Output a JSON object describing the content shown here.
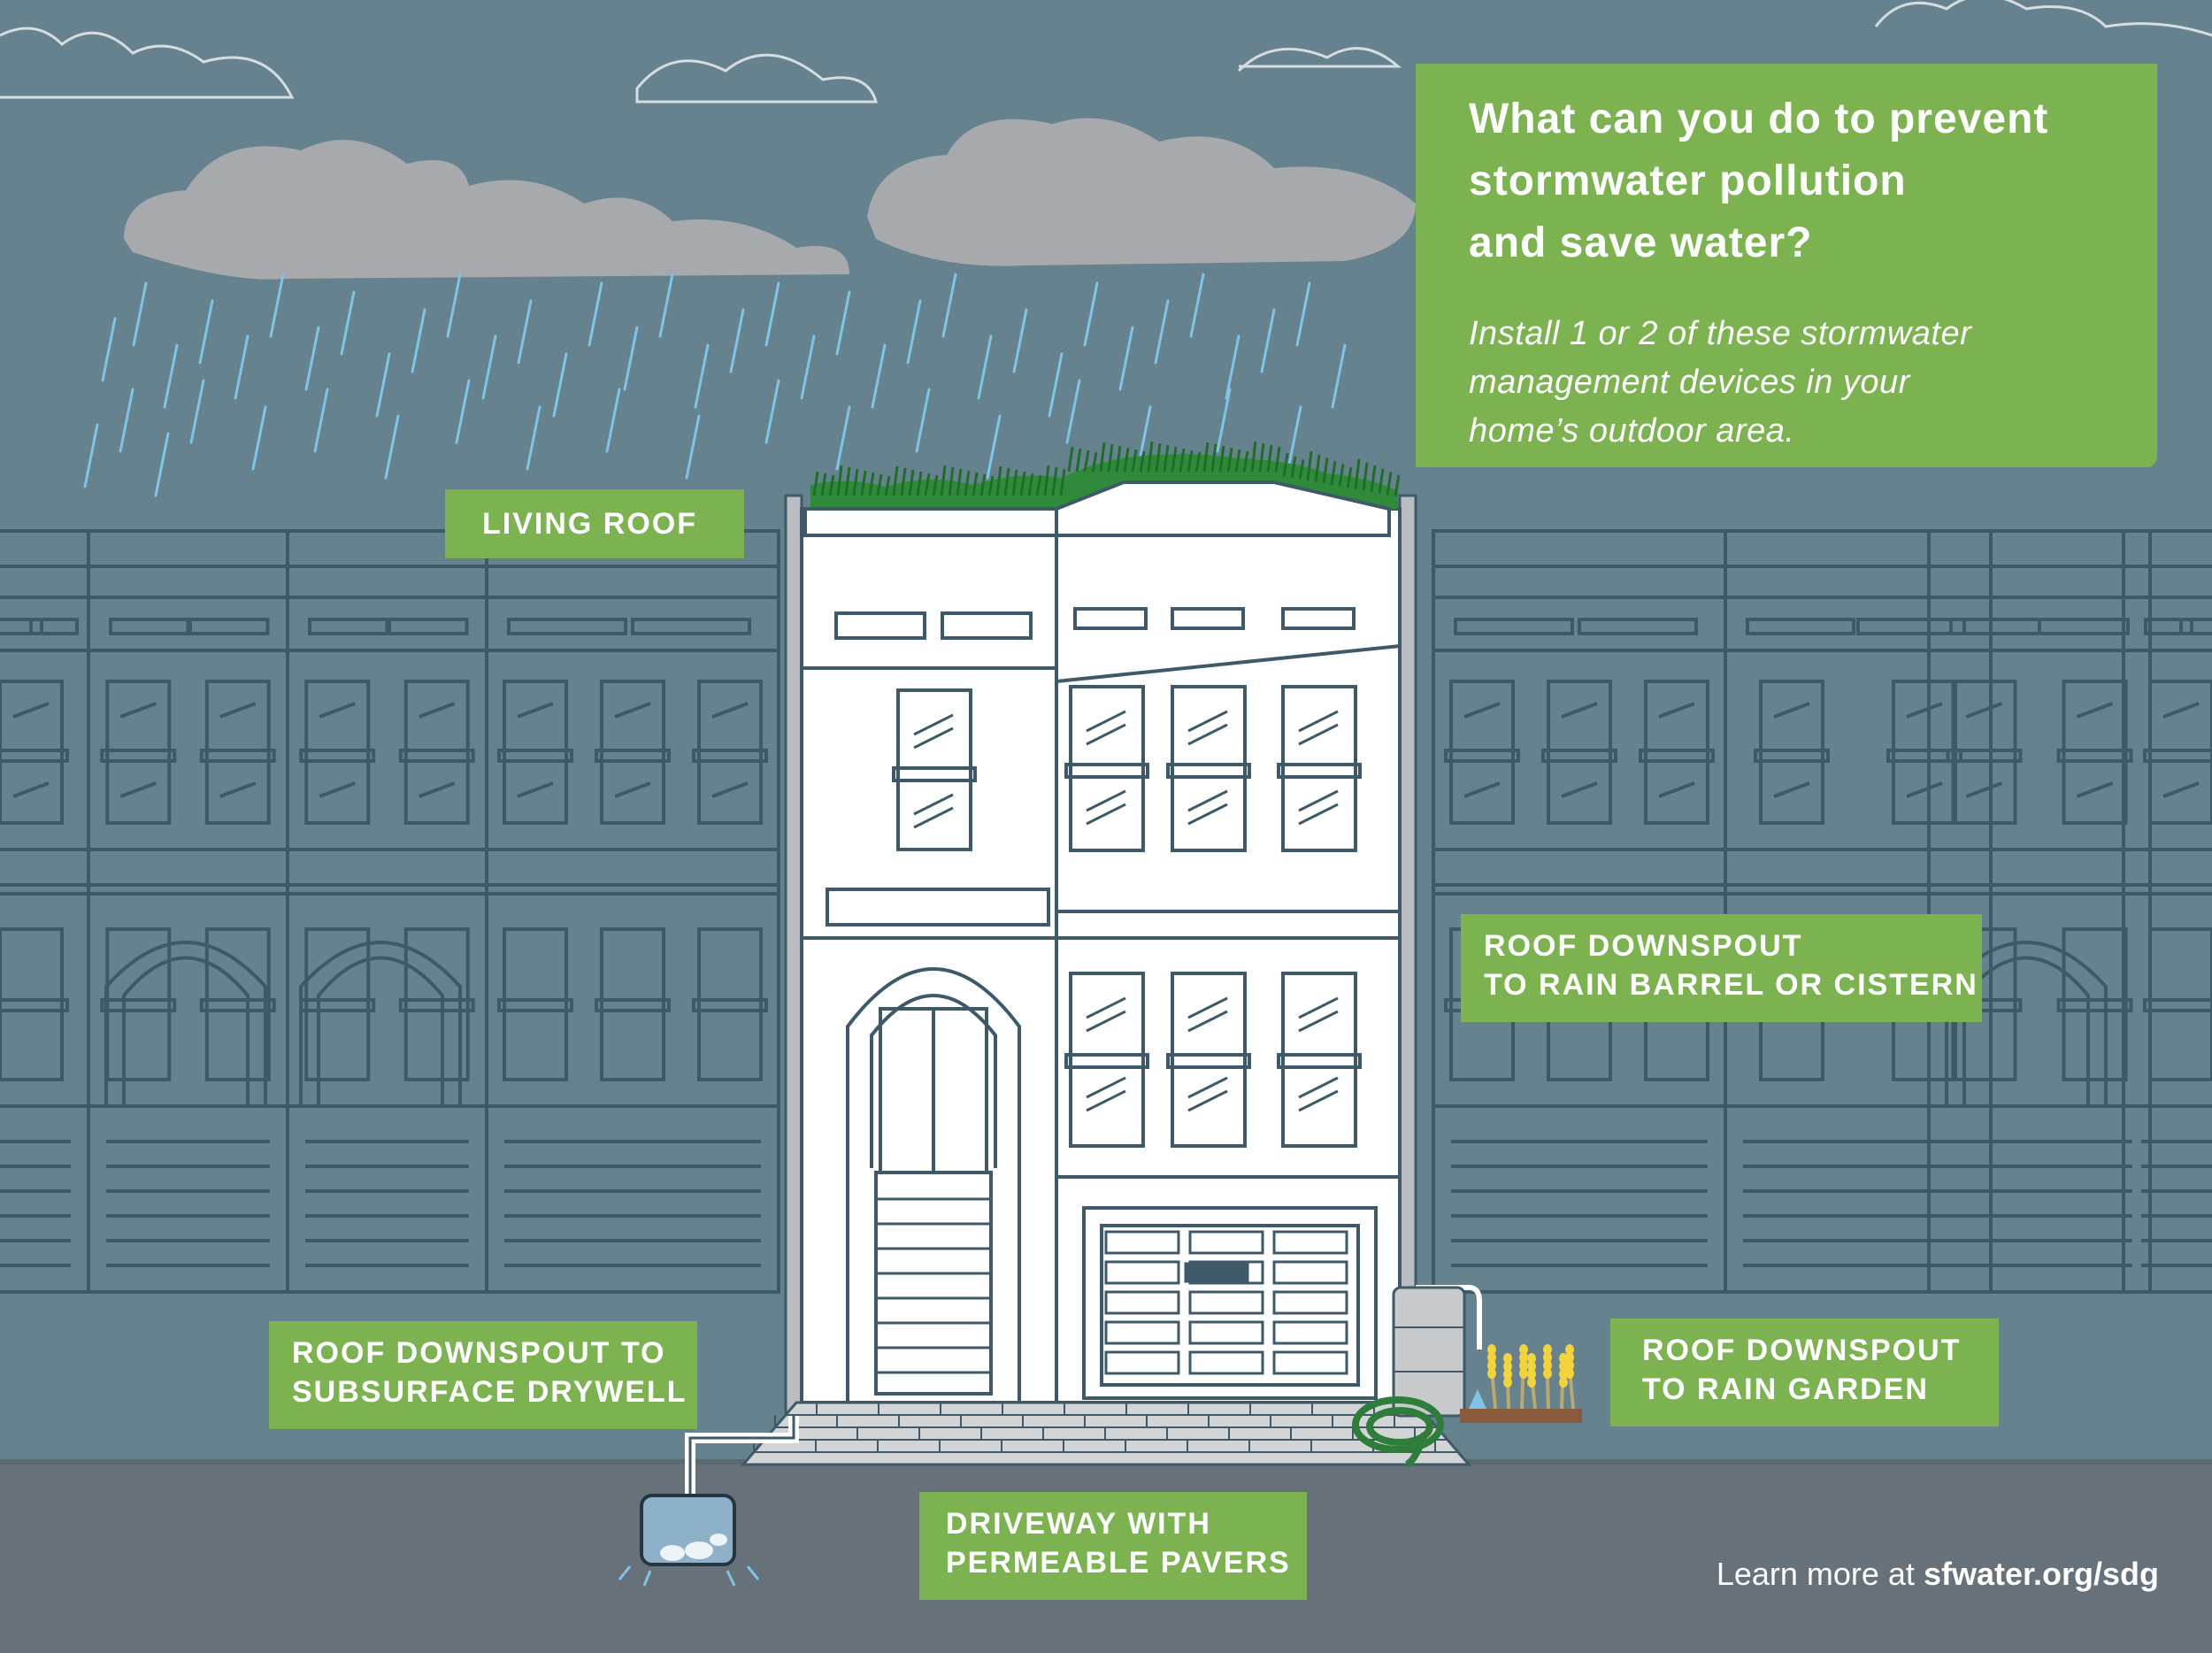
{
  "info": {
    "title_lines": [
      "What can you do to prevent",
      "stormwater pollution",
      "and save water?"
    ],
    "body_lines": [
      "Install 1 or 2 of these stormwater",
      "management devices in your",
      "home’s outdoor area."
    ]
  },
  "labels": {
    "living_roof": [
      "LIVING ROOF"
    ],
    "rain_barrel": [
      "ROOF DOWNSPOUT",
      "TO RAIN BARREL OR CISTERN"
    ],
    "drywell": [
      "ROOF DOWNSPOUT TO",
      "SUBSURFACE DRYWELL"
    ],
    "rain_garden": [
      "ROOF DOWNSPOUT",
      "TO RAIN GARDEN"
    ],
    "pavers": [
      "DRIVEWAY WITH",
      "PERMEABLE PAVERS"
    ]
  },
  "footer": {
    "prefix": "Learn more at ",
    "link": "sfwater.org/sdg"
  },
  "colors": {
    "sky": "#66828e",
    "street": "#67717a",
    "accent_green": "#7cb350",
    "cloud": "#a7a9ac",
    "rain": "#7fc3e6",
    "building_line": "#3e5a68",
    "house": "#ffffff"
  }
}
